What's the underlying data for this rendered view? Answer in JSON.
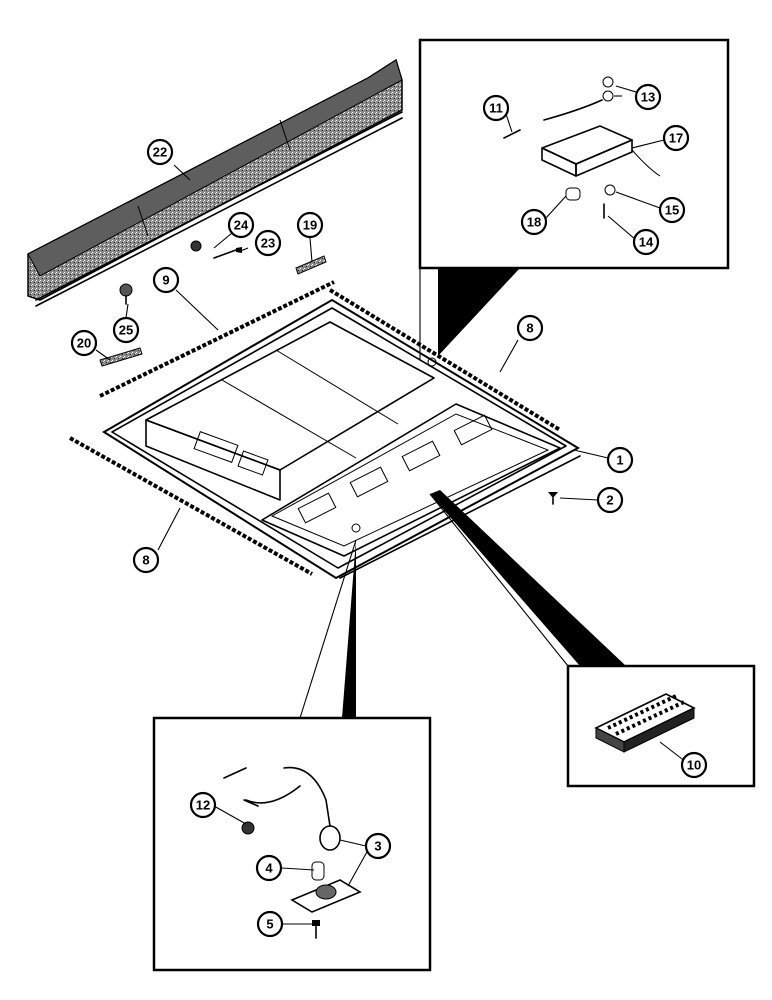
{
  "callouts": {
    "c1": "1",
    "c2": "2",
    "c3": "3",
    "c4": "4",
    "c5": "5",
    "c8a": "8",
    "c8b": "8",
    "c9": "9",
    "c10": "10",
    "c11": "11",
    "c12": "12",
    "c13": "13",
    "c14": "14",
    "c15": "15",
    "c17": "17",
    "c18": "18",
    "c19": "19",
    "c20": "20",
    "c22": "22",
    "c23": "23",
    "c24": "24",
    "c25": "25"
  },
  "colors": {
    "ink": "#000000",
    "paper": "#ffffff",
    "stipple": "#9a9a9a"
  }
}
